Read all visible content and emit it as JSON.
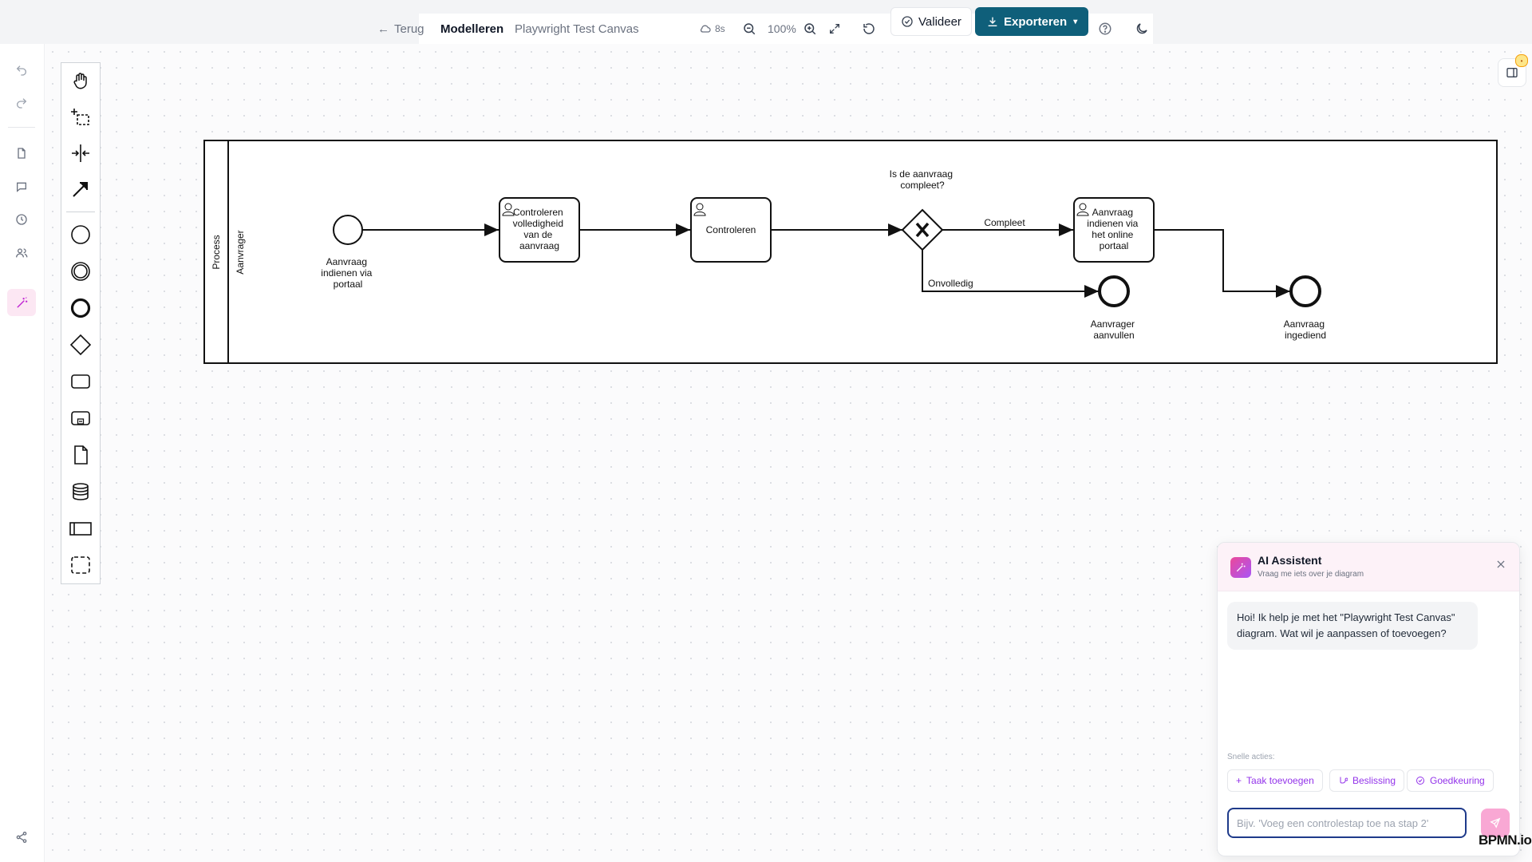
{
  "topbar": {
    "back_label": "Terug",
    "mode_label": "Modelleren",
    "document_title": "Playwright Test Canvas",
    "save_status": "8s",
    "zoom_level": "100%",
    "validate_label": "Valideer",
    "export_label": "Exporteren"
  },
  "diagram": {
    "pool_label": "Process",
    "lane_label": "Aanvrager",
    "start_event_label": [
      "Aanvraag",
      "indienen via",
      "portaal"
    ],
    "task1_label": [
      "Controleren",
      "volledigheid",
      "van de",
      "aanvraag"
    ],
    "task2_label": [
      "Controleren"
    ],
    "gateway_question": [
      "Is de aanvraag",
      "compleet?"
    ],
    "flow_complete_label": "Compleet",
    "flow_incomplete_label": "Onvolledig",
    "task3_label": [
      "Aanvraag",
      "indienen via",
      "het online",
      "portaal"
    ],
    "end_event1_label": [
      "Aanvrager",
      "aanvullen"
    ],
    "end_event2_label": [
      "Aanvraag",
      "ingediend"
    ]
  },
  "ai_panel": {
    "title": "AI Assistent",
    "subtitle": "Vraag me iets over je diagram",
    "greeting": "Hoi! Ik help je met het \"Playwright Test Canvas\" diagram. Wat wil je aanpassen of toevoegen?",
    "quick_actions_label": "Snelle acties:",
    "quick_actions": [
      "Taak toevoegen",
      "Beslissing",
      "Goedkeuring"
    ],
    "input_placeholder": "Bijv. 'Voeg een controlestap toe na stap 2'"
  },
  "watermark": "BPMN.io",
  "colors": {
    "accent": "#0f5f7a",
    "ai_accent": "#9333ea"
  }
}
